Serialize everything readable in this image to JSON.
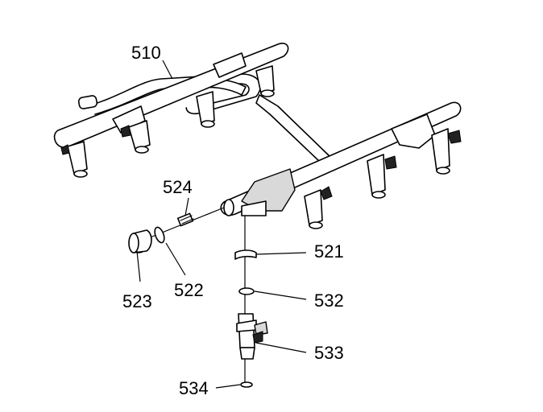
{
  "callouts": {
    "c510": "510",
    "c524": "524",
    "c523": "523",
    "c522": "522",
    "c521": "521",
    "c532": "532",
    "c533": "533",
    "c534": "534"
  },
  "colors": {
    "line": "#000000",
    "background": "#ffffff",
    "shade": "#d9d9d9"
  }
}
